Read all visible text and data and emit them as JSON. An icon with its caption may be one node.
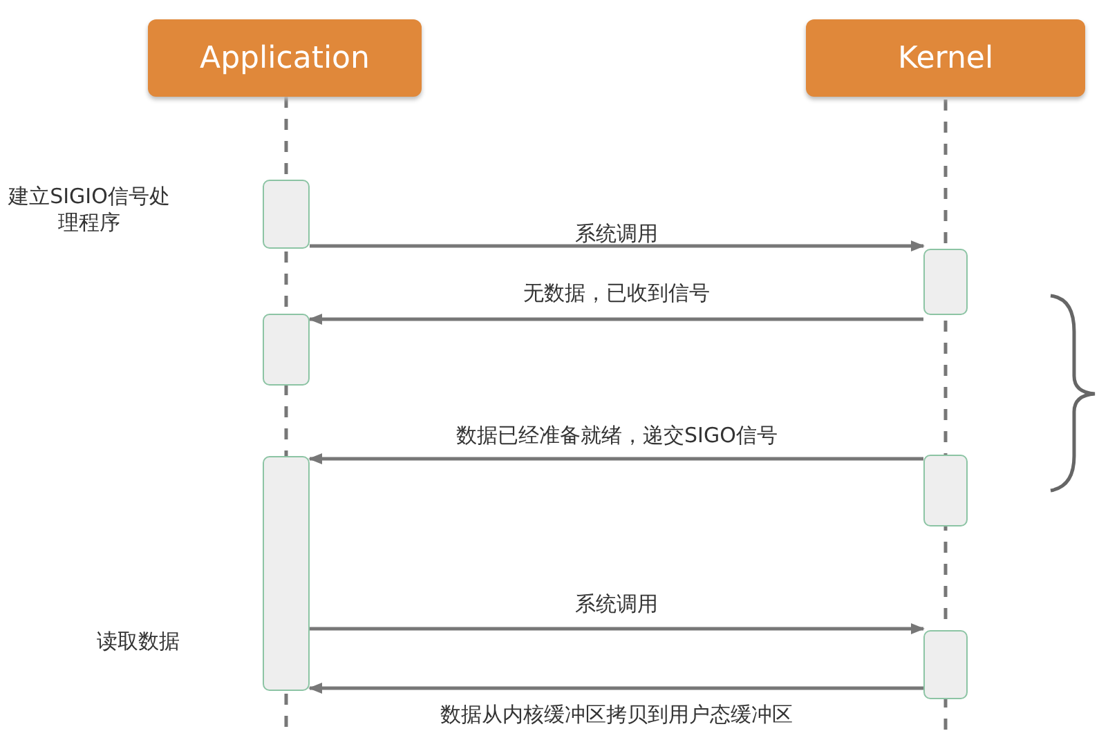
{
  "diagram": {
    "nodes": [
      {
        "text": [
          "Application"
        ]
      },
      {
        "text": [
          "Kernel"
        ]
      },
      {
        "text": [],
        "shape": "box"
      },
      {
        "text": [],
        "shape": "box"
      },
      {
        "text": [],
        "shape": "box"
      },
      {
        "text": [],
        "shape": "box"
      },
      {
        "text": [],
        "shape": "box"
      },
      {
        "text": [],
        "shape": "box"
      }
    ],
    "edges": [
      {
        "from": 2,
        "to": 3,
        "arrow": "to",
        "label": "系统调用"
      },
      {
        "from": 3,
        "to": 4,
        "arrow": "to",
        "label": "无数据，已收到信号"
      },
      {
        "from": 5,
        "to": 6,
        "arrow": "to",
        "label": "数据已经准备就绪，递交SIGO信号"
      },
      {
        "from": 6,
        "to": 7,
        "arrow": "to",
        "label": "系统调用"
      },
      {
        "from": 7,
        "to": 6,
        "arrow": "to",
        "label": "数据从内核缓冲区拷贝到用户态缓冲区"
      }
    ],
    "labels": [
      "建立SIGIO信号处理程序",
      "读取数据"
    ]
  }
}
